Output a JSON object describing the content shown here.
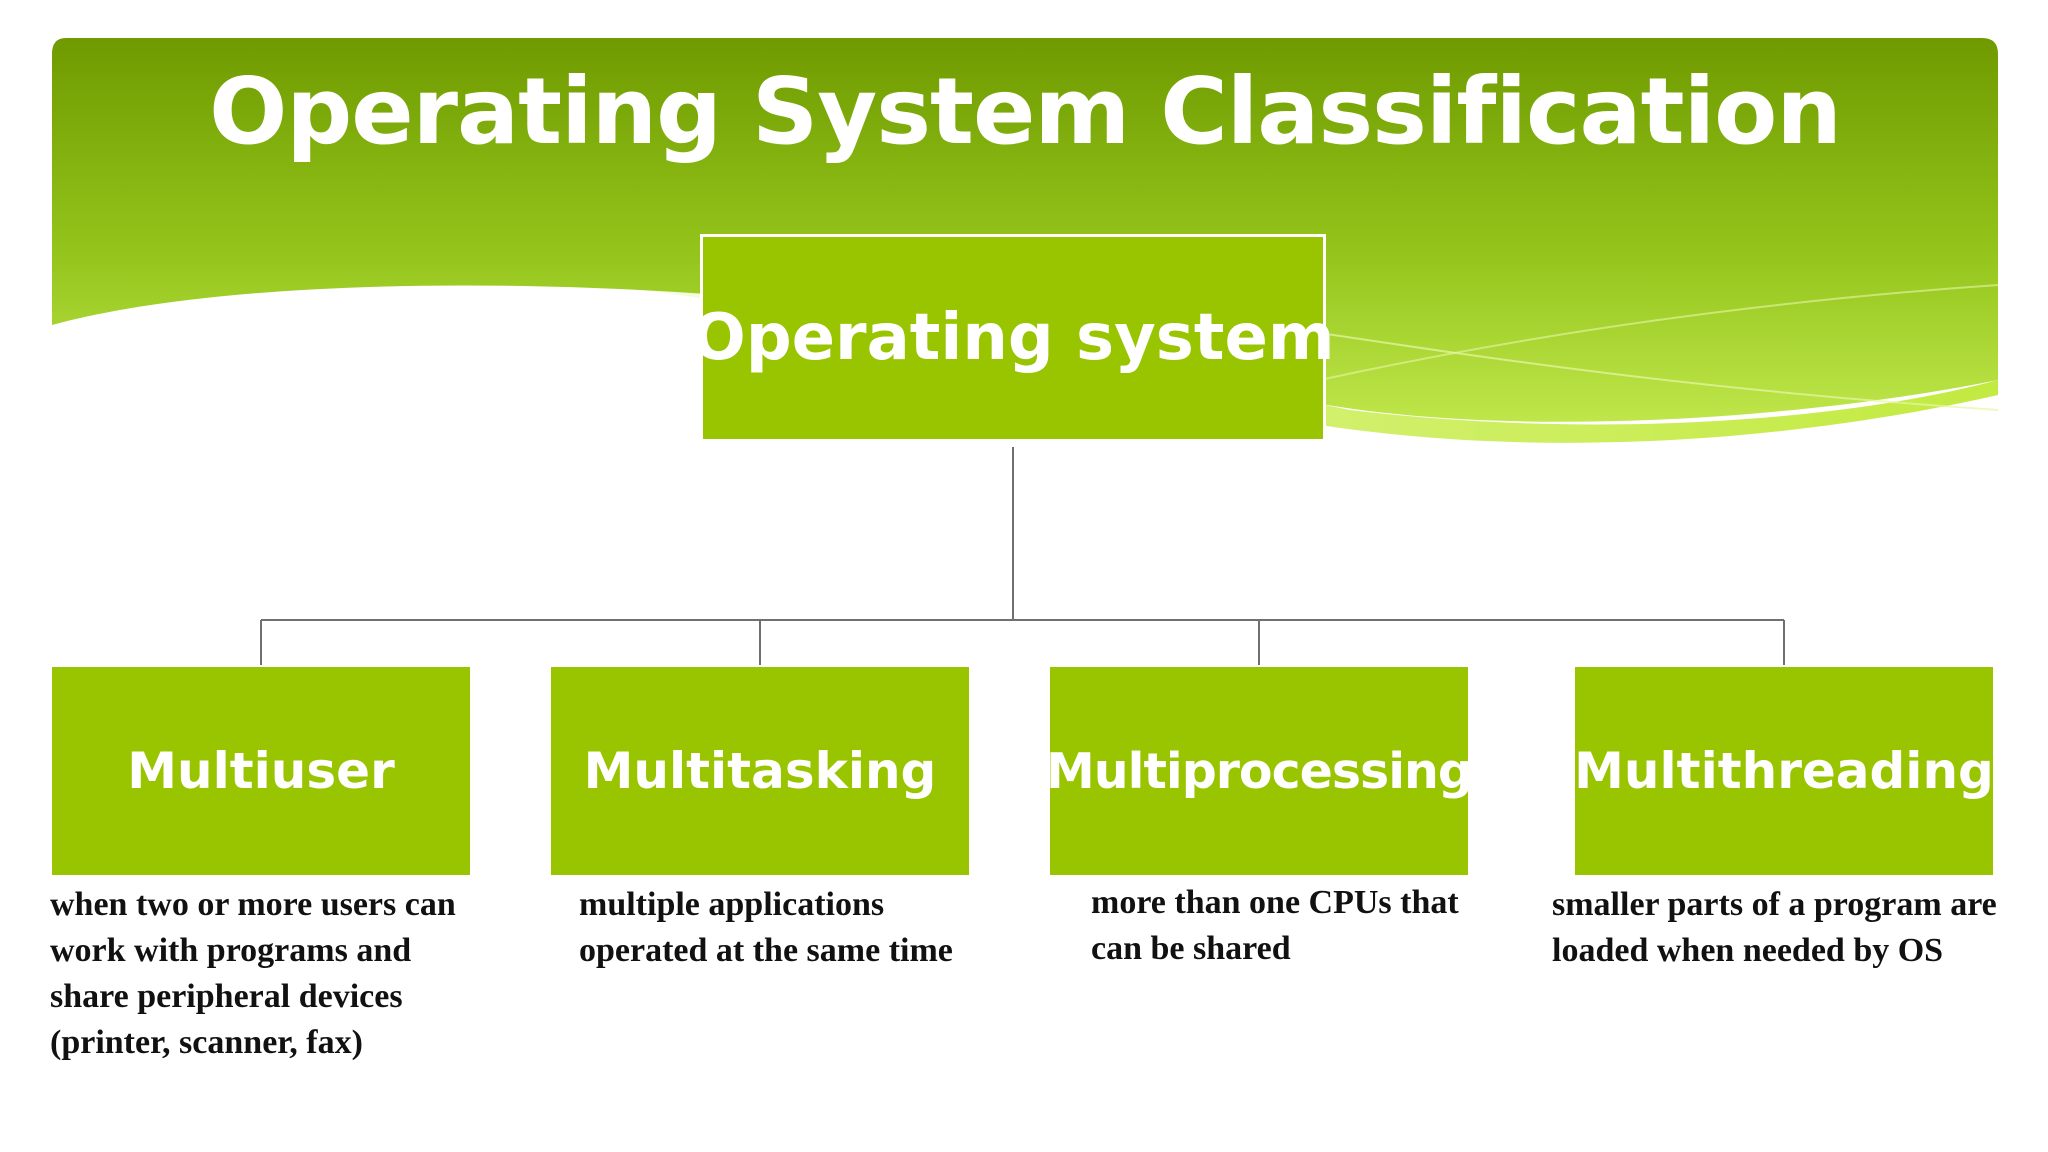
{
  "slide": {
    "title": "Operating System Classification",
    "colors": {
      "header_dark": "#6f9a00",
      "header_light": "#b6e23a",
      "box": "#98c400",
      "box_text": "#ffffff",
      "connector": "#707070",
      "description_text": "#111111"
    }
  },
  "diagram": {
    "root": {
      "label": "Operating system"
    },
    "children": [
      {
        "label": "Multiuser",
        "description": "when two or more users can work with programs and share peripheral devices (printer, scanner, fax)"
      },
      {
        "label": "Multitasking",
        "description": "multiple applications operated at the same time"
      },
      {
        "label": "Multiprocessing",
        "description": "more than one CPUs that can be shared"
      },
      {
        "label": "Multithreading",
        "description": "smaller parts of a program are loaded when needed by OS"
      }
    ]
  }
}
